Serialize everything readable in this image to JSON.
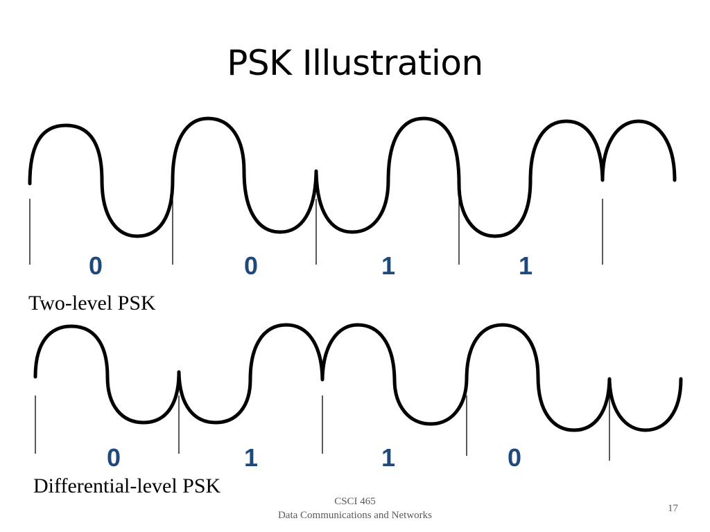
{
  "title": "PSK Illustration",
  "diagrams": [
    {
      "label": "Two-level PSK",
      "bits": [
        "0",
        "0",
        "1",
        "1"
      ]
    },
    {
      "label": "Differential-level PSK",
      "bits": [
        "0",
        "1",
        "1",
        "0"
      ]
    }
  ],
  "footer": {
    "course": "CSCI 465",
    "subtitle": "Data Communications and Networks",
    "page_number": "17"
  },
  "colors": {
    "wave": "#000000",
    "bit_label": "#1f497d"
  }
}
